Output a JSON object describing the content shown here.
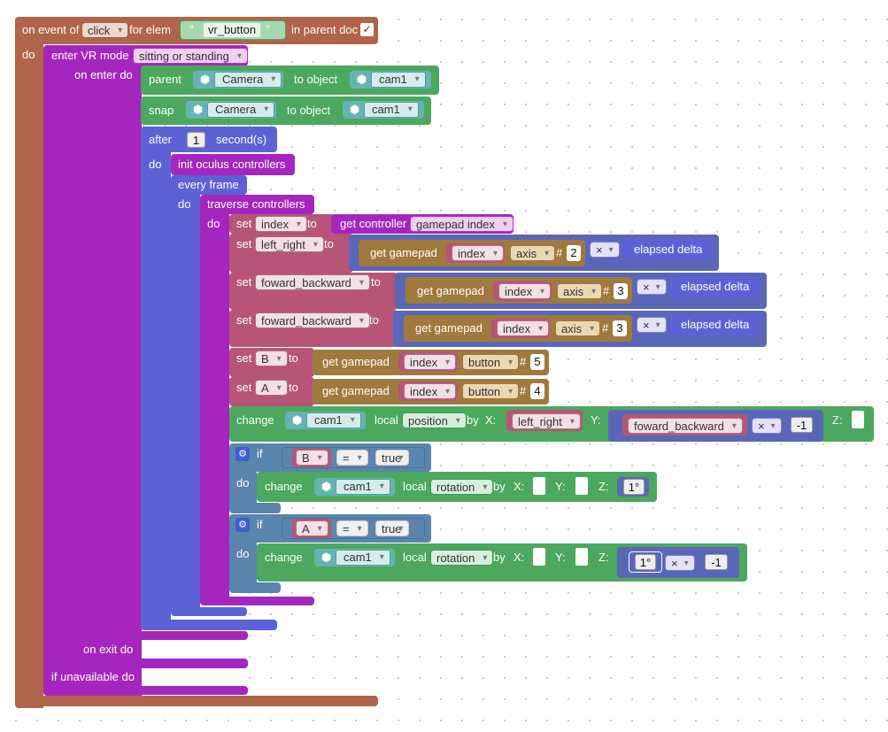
{
  "event": {
    "prefix": "on event of",
    "event_type": "click",
    "for_elem": "for elem",
    "element_id": "vr_button",
    "in_parent_doc": "in parent doc",
    "check": "✓",
    "do": "do"
  },
  "vr": {
    "label": "enter VR mode",
    "mode": "sitting or standing",
    "on_enter": "on enter do",
    "on_exit": "on exit do",
    "if_unavailable": "if unavailable do"
  },
  "parent": {
    "label": "parent",
    "object": "Camera",
    "to_object": "to object",
    "target": "cam1"
  },
  "snap": {
    "label": "snap",
    "object": "Camera",
    "to_object": "to object",
    "target": "cam1"
  },
  "after": {
    "label": "after",
    "seconds": "1",
    "unit": "second(s)",
    "do": "do"
  },
  "oculus": {
    "label": "init oculus controllers"
  },
  "frame": {
    "label": "every frame",
    "do": "do"
  },
  "traverse": {
    "label": "traverse controllers",
    "do": "do"
  },
  "set1": {
    "set": "set",
    "var": "index",
    "to": "to",
    "get": "get controller",
    "field": "gamepad index"
  },
  "set2": {
    "set": "set",
    "var": "left_right",
    "to": "to",
    "get": "get gamepad",
    "idx": "index",
    "axis": "axis",
    "hash": "#",
    "n": "2",
    "op": "×",
    "elapsed": "elapsed delta"
  },
  "set3": {
    "set": "set",
    "var": "foward_backward",
    "to": "to",
    "get": "get gamepad",
    "idx": "index",
    "axis": "axis",
    "hash": "#",
    "n": "3",
    "op": "×",
    "elapsed": "elapsed delta"
  },
  "set4": {
    "set": "set",
    "var": "foward_backward",
    "to": "to",
    "get": "get gamepad",
    "idx": "index",
    "axis": "axis",
    "hash": "#",
    "n": "3",
    "op": "×",
    "elapsed": "elapsed delta"
  },
  "set5": {
    "set": "set",
    "var": "B",
    "to": "to",
    "get": "get gamepad",
    "idx": "index",
    "btn": "button",
    "hash": "#",
    "n": "5"
  },
  "set6": {
    "set": "set",
    "var": "A",
    "to": "to",
    "get": "get gamepad",
    "idx": "index",
    "btn": "button",
    "hash": "#",
    "n": "4"
  },
  "change1": {
    "label": "change",
    "object": "cam1",
    "local": "local",
    "prop": "position",
    "by": "by",
    "x": "X:",
    "xvar": "left_right",
    "y": "Y:",
    "yvar": "foward_backward",
    "op": "×",
    "num": "-1",
    "z": "Z:"
  },
  "if1": {
    "if": "if",
    "var": "B",
    "eq": "=",
    "val": "true",
    "do": "do"
  },
  "change2": {
    "label": "change",
    "object": "cam1",
    "local": "local",
    "prop": "rotation",
    "by": "by",
    "x": "X:",
    "y": "Y:",
    "z": "Z:",
    "angle": "1°"
  },
  "if2": {
    "if": "if",
    "var": "A",
    "eq": "=",
    "val": "true",
    "do": "do"
  },
  "change3": {
    "label": "change",
    "object": "cam1",
    "local": "local",
    "prop": "rotation",
    "by": "by",
    "x": "X:",
    "y": "Y:",
    "z": "Z:",
    "angle": "1°",
    "op": "×",
    "num": "-1"
  },
  "colors": {
    "event": "#b0654a",
    "vr": "#a526bf",
    "scene": "#4ba85e",
    "time": "#5c62d6",
    "var": "#b65577",
    "gamepad": "#a07a3d",
    "math": "#5a67b8",
    "logic": "#5a85ad",
    "object": "#67b3b4"
  }
}
